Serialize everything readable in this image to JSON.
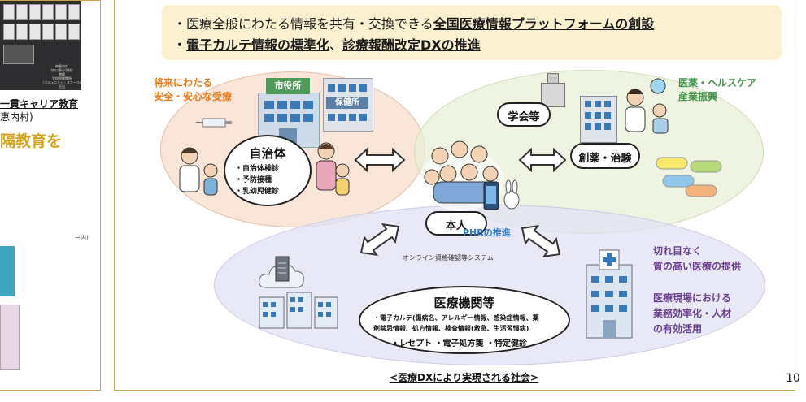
{
  "left_panel": {
    "photo_caption": [
      "神恵内村",
      "(南川原小学校)",
      "教師",
      "学校保健関係",
      "(コミュニティ・スクール)",
      "担当"
    ],
    "heading": "一貫キャリア教育",
    "sub": "恵内村)",
    "emphasis": "隔教育を",
    "tiny_label": "ー内)"
  },
  "main": {
    "top_box": {
      "line1_prefix": "・医療全般にわたる情報を共有・交換できる",
      "line1_underlined": "全国医療情報プラットフォームの創設",
      "line2_prefix": "・",
      "line2_underlined1": "電子カルテ情報の標準化",
      "line2_sep": "、",
      "line2_underlined2": "診療報酬改定DXの推進"
    },
    "labels": {
      "future_safety": [
        "将来にわたる",
        "安全・安心な受療"
      ],
      "pharma": [
        "医薬・ヘルスケア",
        "産業振興"
      ],
      "seamless": [
        "切れ目なく",
        "質の高い医療の提供"
      ],
      "efficiency": [
        "医療現場における",
        "業務効率化・人材",
        "の有効活用"
      ]
    },
    "buildings": {
      "city_hall": "市役所",
      "health_center": "保健所"
    },
    "jichitai": {
      "title": "自治体",
      "items": [
        "・自治体検診",
        "・予防接種",
        "・乳幼児健診"
      ]
    },
    "gakkai": "学会等",
    "soyaku": "創薬・治験",
    "honnin": "本人",
    "phr": "PHRの推進",
    "online_system": "オンライン資格確認等システム",
    "iryo": {
      "title": "医療機関等",
      "line1": "・電子カルテ(傷病名、アレルギー情報、感染症情報、薬",
      "line2": "剤禁忌情報、処方情報、検査情報(救急、生活習慣病)",
      "line3": "・レセプト ・電子処方箋 ・特定健診"
    },
    "caption": "<医療DXにより実現される社会>"
  },
  "page_number": "10",
  "colors": {
    "accent_orange": "#e67b1b",
    "accent_green": "#3f9448",
    "accent_purple": "#6b3f8f",
    "phr_blue": "#2f7ac6",
    "panel_border": "#c9a24a",
    "top_box_bg": "#fbf0cf"
  }
}
